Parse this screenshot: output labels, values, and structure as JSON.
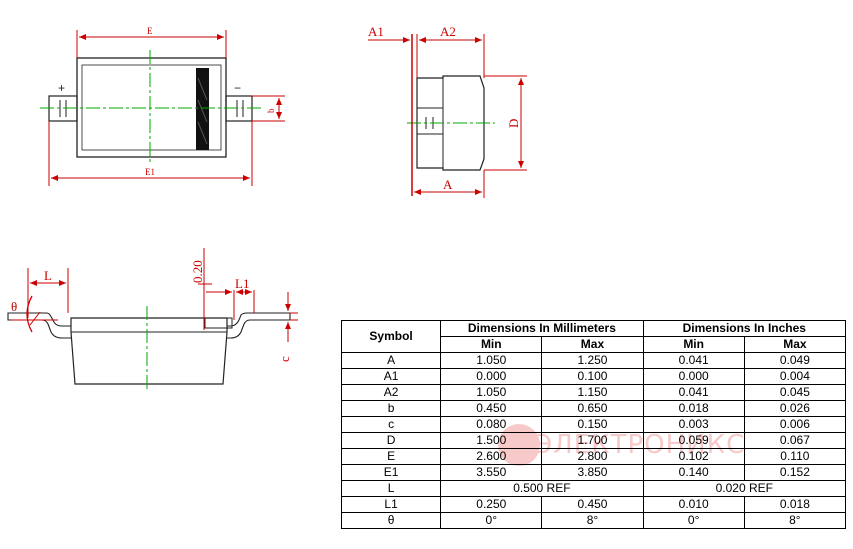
{
  "drawing": {
    "labels": {
      "E": "E",
      "E1": "E1",
      "b": "b",
      "plus": "+",
      "minus": "−",
      "A1": "A1",
      "A2": "A2",
      "D": "D",
      "A": "A",
      "L": "L",
      "L1": "L1",
      "theta": "θ",
      "gauge": "0.20",
      "c": "c"
    },
    "colors": {
      "dimension": "#cc0000",
      "centerline": "#00aa00",
      "outline": "#222222"
    }
  },
  "watermark": {
    "text": "ЭЛЕКТРОНИКС",
    "icon": "logo-circle"
  },
  "table": {
    "headers": {
      "symbol": "Symbol",
      "mm": "Dimensions In Millimeters",
      "inch": "Dimensions In Inches",
      "min": "Min",
      "max": "Max"
    },
    "rows": [
      {
        "sym": "A",
        "mm_min": "1.050",
        "mm_max": "1.250",
        "in_min": "0.041",
        "in_max": "0.049"
      },
      {
        "sym": "A1",
        "mm_min": "0.000",
        "mm_max": "0.100",
        "in_min": "0.000",
        "in_max": "0.004"
      },
      {
        "sym": "A2",
        "mm_min": "1.050",
        "mm_max": "1.150",
        "in_min": "0.041",
        "in_max": "0.045"
      },
      {
        "sym": "b",
        "mm_min": "0.450",
        "mm_max": "0.650",
        "in_min": "0.018",
        "in_max": "0.026"
      },
      {
        "sym": "c",
        "mm_min": "0.080",
        "mm_max": "0.150",
        "in_min": "0.003",
        "in_max": "0.006"
      },
      {
        "sym": "D",
        "mm_min": "1.500",
        "mm_max": "1.700",
        "in_min": "0.059",
        "in_max": "0.067"
      },
      {
        "sym": "E",
        "mm_min": "2.600",
        "mm_max": "2.800",
        "in_min": "0.102",
        "in_max": "0.110"
      },
      {
        "sym": "E1",
        "mm_min": "3.550",
        "mm_max": "3.850",
        "in_min": "0.140",
        "in_max": "0.152"
      },
      {
        "sym": "L",
        "mm_ref": "0.500 REF",
        "in_ref": "0.020 REF"
      },
      {
        "sym": "L1",
        "mm_min": "0.250",
        "mm_max": "0.450",
        "in_min": "0.010",
        "in_max": "0.018"
      },
      {
        "sym": "θ",
        "mm_min": "0°",
        "mm_max": "8°",
        "in_min": "0°",
        "in_max": "8°"
      }
    ]
  }
}
